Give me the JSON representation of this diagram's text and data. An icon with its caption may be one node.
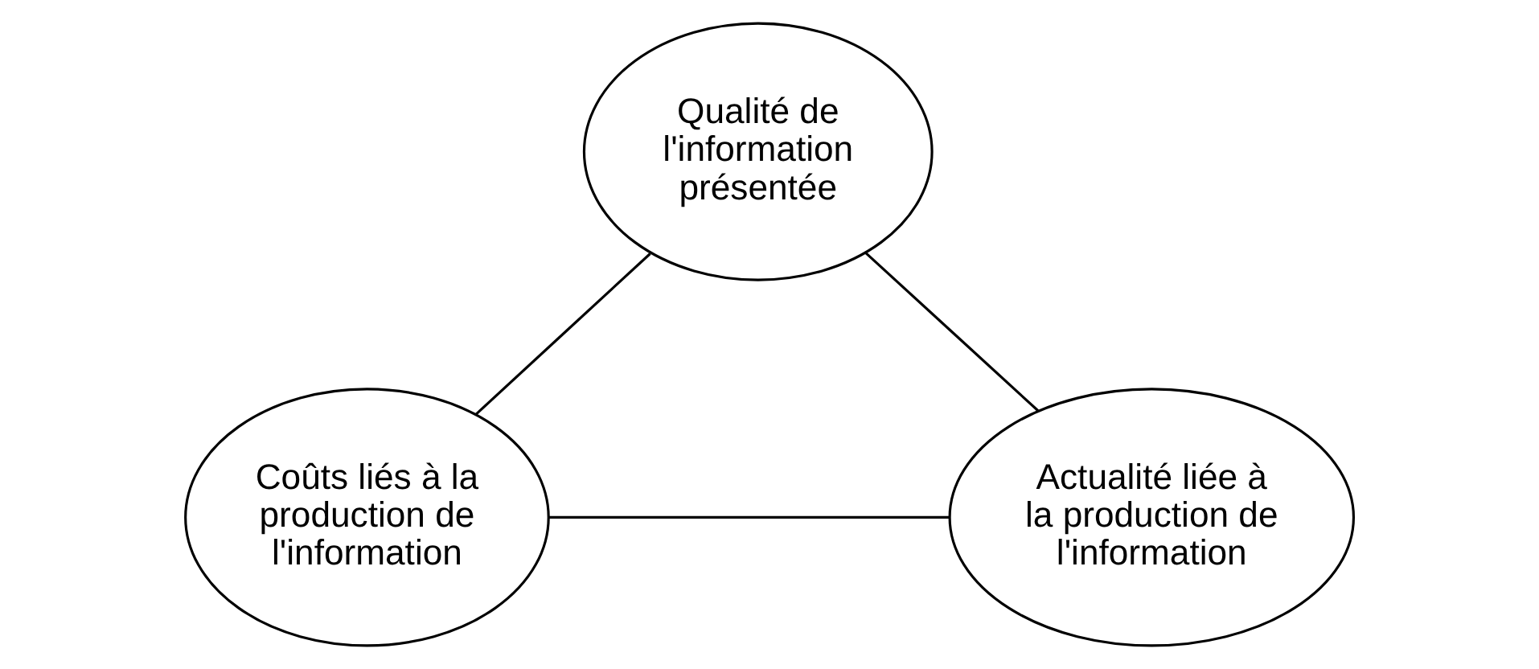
{
  "diagram": {
    "nodes": [
      {
        "text": [
          "Qualité de l'information présentée"
        ]
      },
      {
        "text": [
          "Coûts liés à la production de l'information"
        ]
      },
      {
        "text": [
          "Actualité liée à la production de l'information"
        ]
      }
    ],
    "edges": [
      {
        "from": 0,
        "to": 1,
        "arrow": "none"
      },
      {
        "from": 0,
        "to": 2,
        "arrow": "none"
      },
      {
        "from": 1,
        "to": 2,
        "arrow": "none"
      }
    ]
  }
}
